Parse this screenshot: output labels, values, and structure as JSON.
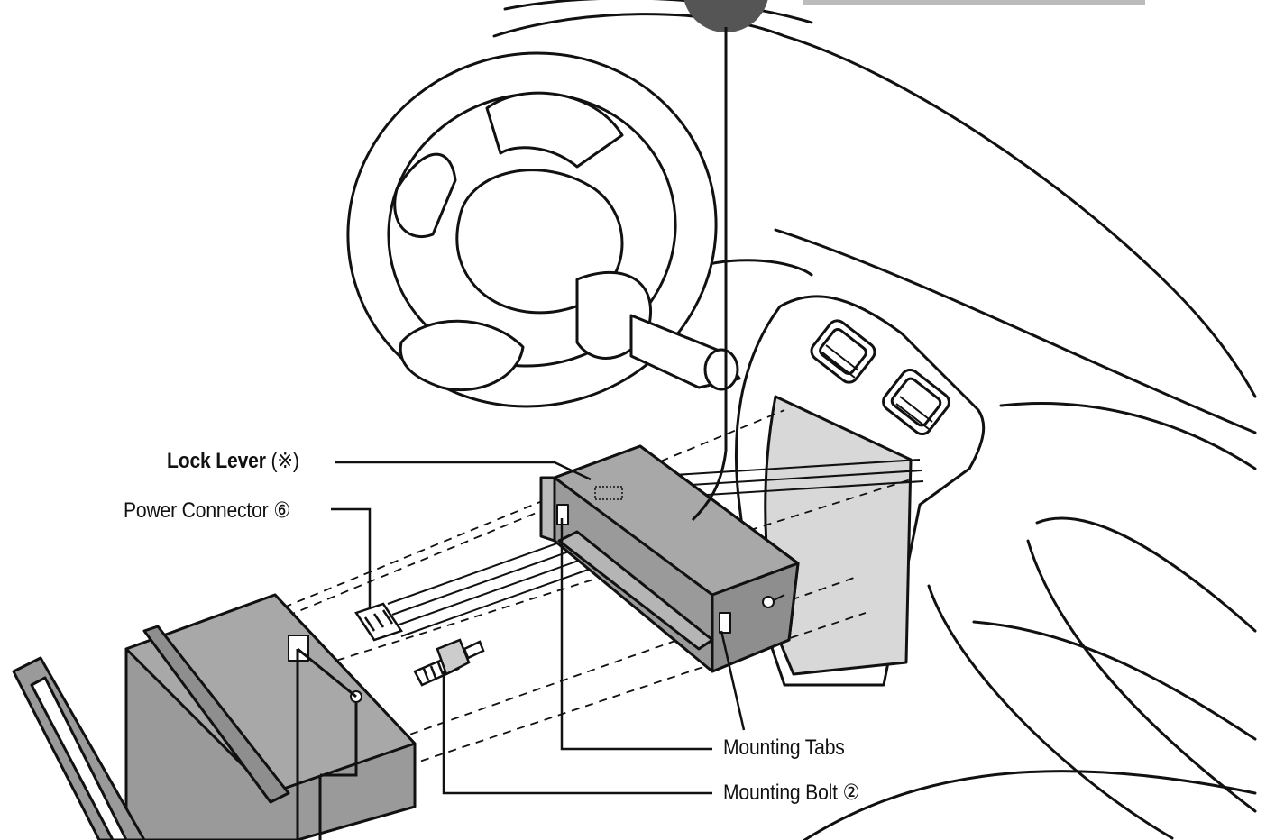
{
  "labels": {
    "lock_lever": "Lock Lever",
    "lock_lever_mark": "(※)",
    "power_connector": "Power Connector ⑥",
    "mounting_tabs": "Mounting Tabs",
    "mounting_bolt": "Mounting Bolt ②"
  },
  "colors": {
    "line": "#111111",
    "unit_fill": "#9a9a9a",
    "unit_top": "#a8a8a8",
    "opening_fill": "#d8d8d8",
    "background": "#ffffff"
  }
}
